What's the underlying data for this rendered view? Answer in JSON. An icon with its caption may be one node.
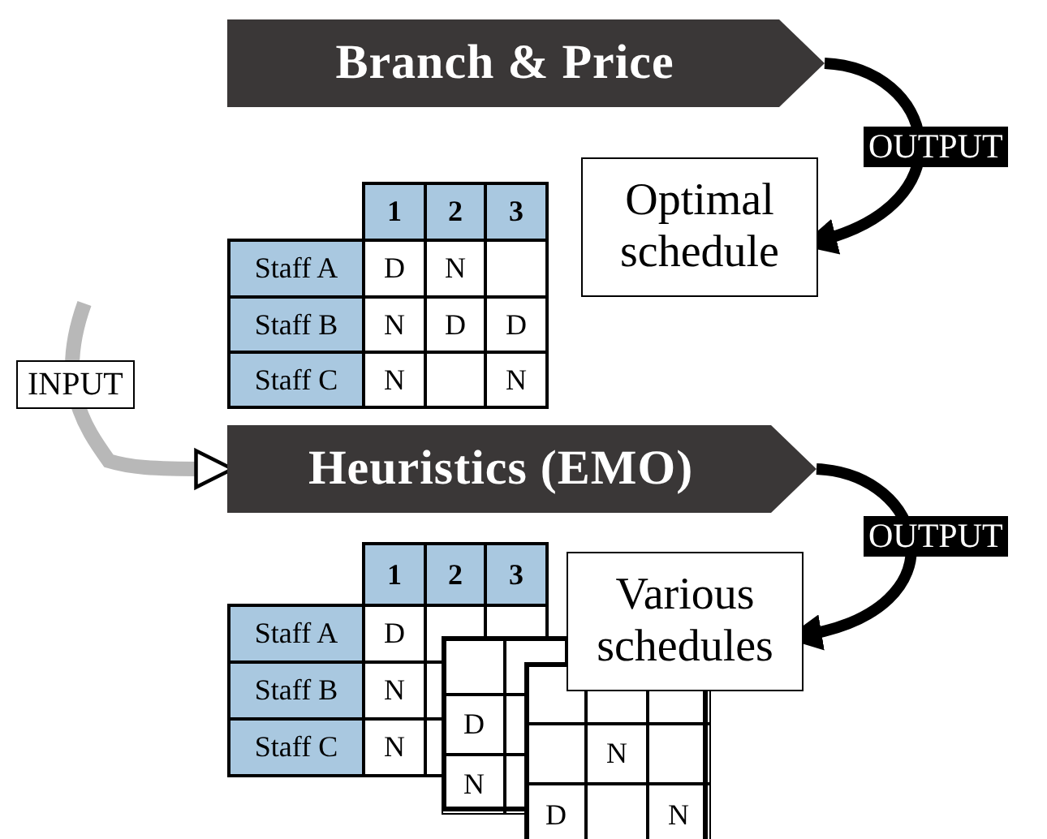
{
  "diagram": {
    "nodes": [
      {
        "text": [
          "Branch & Price"
        ]
      },
      {
        "text": [
          "Optimal schedule"
        ]
      },
      {
        "text": [
          "Heuristics (EMO)"
        ]
      },
      {
        "text": [
          "Various schedules"
        ]
      }
    ],
    "edges": [
      {
        "from": 0,
        "to": 1,
        "arrow": "to",
        "label": "OUTPUT"
      },
      {
        "from": null,
        "to": 2,
        "arrow": "to",
        "label": "INPUT",
        "color": "#b8b8b8"
      },
      {
        "from": 2,
        "to": 3,
        "arrow": "to",
        "label": "OUTPUT"
      }
    ],
    "labels": [
      "1",
      "2",
      "3",
      "Staff A",
      "D",
      "N",
      "Staff B",
      "N",
      "D",
      "D",
      "Staff C",
      "N",
      "N",
      "1",
      "2",
      "3",
      "Staff A",
      "D",
      "Staff B",
      "N",
      "Staff C",
      "N",
      "D",
      "N",
      "N",
      "D",
      "N"
    ]
  }
}
